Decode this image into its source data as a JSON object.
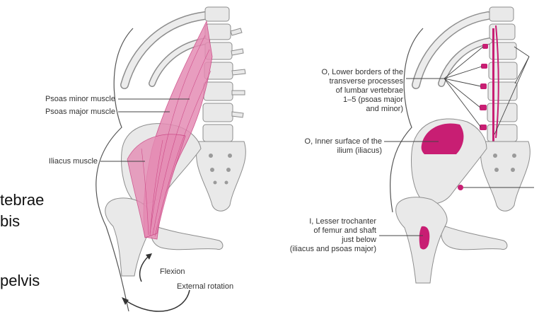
{
  "colors": {
    "bone": "#e9e9e9",
    "bone_stroke": "#8d8d8d",
    "muscle": "#e58cb4",
    "muscle_dark": "#c83b7d",
    "attachment": "#c81e73",
    "line": "#444444"
  },
  "left_figure": {
    "labels": {
      "psoas_minor": "Psoas minor muscle",
      "psoas_major": "Psoas major muscle",
      "iliacus": "Iliacus muscle",
      "flexion": "Flexion",
      "external_rotation": "External rotation"
    }
  },
  "right_figure": {
    "labels": {
      "origin_lumbar": [
        "O, Lower borders of the",
        "transverse processes",
        "of lumbar vertebrae",
        "1–5 (psoas major",
        "and minor)"
      ],
      "origin_ilium": [
        "O, Inner surface of the",
        "ilium (iliacus)"
      ],
      "insertion": [
        "I, Lesser trochanter",
        "of femur and shaft",
        "just below",
        "(iliacus and psoas major)"
      ]
    }
  },
  "slide_text": {
    "line1": "tebrae",
    "line2": "bis",
    "line3": "pelvis"
  }
}
